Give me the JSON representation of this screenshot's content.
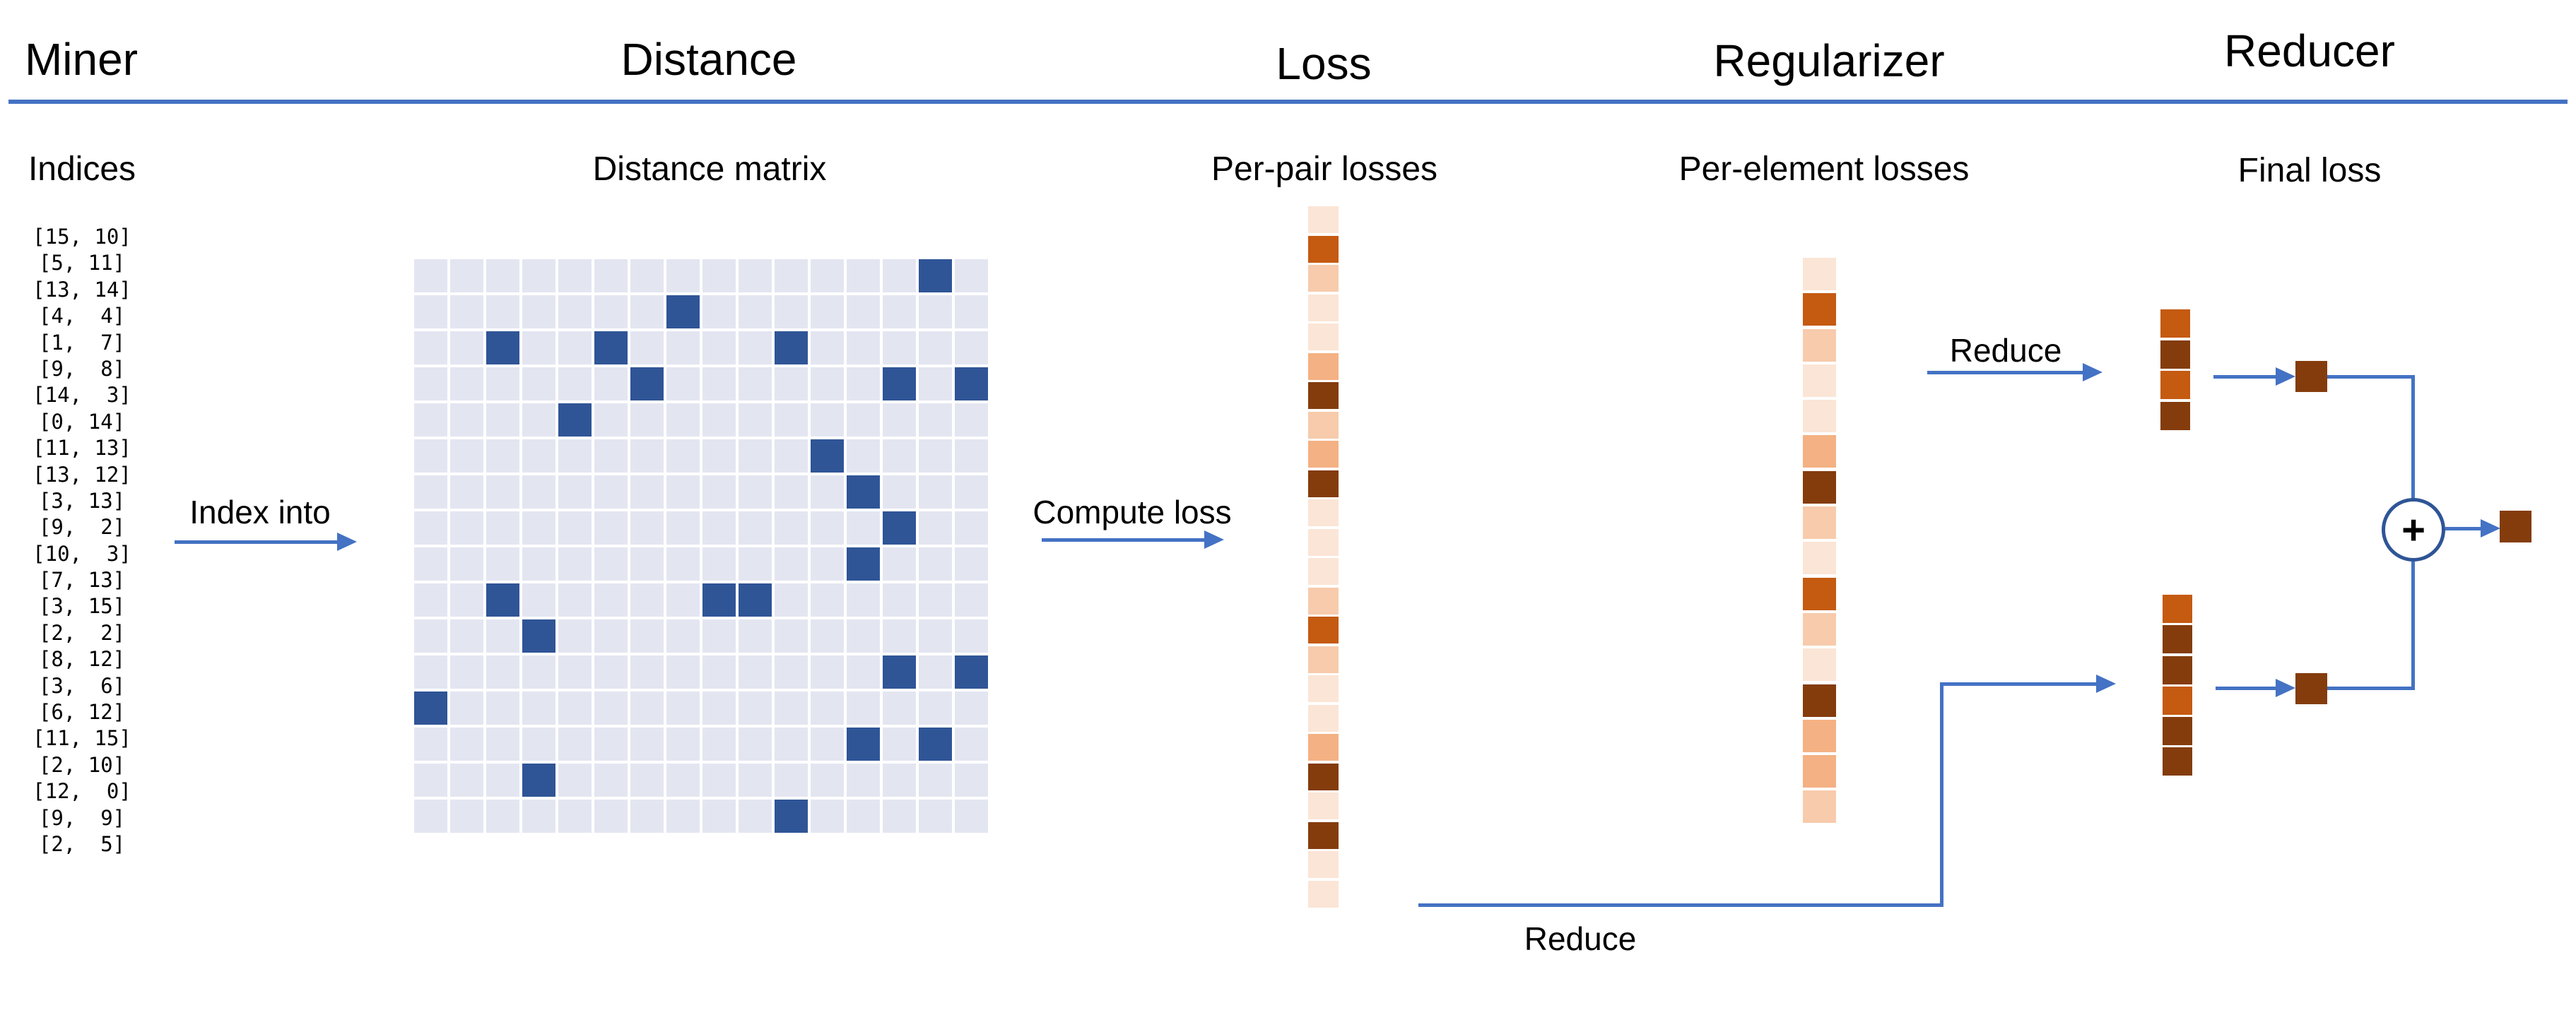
{
  "palette": {
    "arrow_blue": "#4472c4",
    "matrix_cell": "#e3e6f1",
    "matrix_highlight": "#2f5597",
    "circle_stroke": "#2f5597",
    "square_dark": "#843c0c",
    "shade_light": "#fbe5d6",
    "shade_medium": "#f7cbac",
    "shade_med_orange": "#f4b183",
    "shade_orange": "#c55a11",
    "shade_dark": "#843c0c"
  },
  "headers": {
    "miner": "Miner",
    "distance": "Distance",
    "loss": "Loss",
    "regularizer": "Regularizer",
    "reducer": "Reducer"
  },
  "subtitles": {
    "indices": "Indices",
    "distance_matrix": "Distance matrix",
    "per_pair": "Per-pair losses",
    "per_element": "Per-element losses",
    "final_loss": "Final loss"
  },
  "labels": {
    "index_into": "Index into",
    "compute_loss": "Compute loss",
    "reduce_top": "Reduce",
    "reduce_bottom": "Reduce",
    "plus_sign": "+"
  },
  "miner_indices": [
    "[15, 10]",
    "[5, 11]",
    "[13, 14]",
    "[4,  4]",
    "[1,  7]",
    "[9,  8]",
    "[14,  3]",
    "[0, 14]",
    "[11, 13]",
    "[13, 12]",
    "[3, 13]",
    "[9,  2]",
    "[10,  3]",
    "[7, 13]",
    "[3, 15]",
    "[2,  2]",
    "[8, 12]",
    "[3,  6]",
    "[6, 12]",
    "[11, 15]",
    "[2, 10]",
    "[12,  0]",
    "[9,  9]",
    "[2,  5]"
  ],
  "distance_matrix": {
    "rows": 16,
    "cols": 16,
    "highlighted_cells": [
      [
        15,
        10
      ],
      [
        5,
        11
      ],
      [
        13,
        14
      ],
      [
        4,
        4
      ],
      [
        1,
        7
      ],
      [
        9,
        8
      ],
      [
        14,
        3
      ],
      [
        0,
        14
      ],
      [
        11,
        13
      ],
      [
        13,
        12
      ],
      [
        3,
        13
      ],
      [
        9,
        2
      ],
      [
        10,
        3
      ],
      [
        7,
        13
      ],
      [
        3,
        15
      ],
      [
        2,
        2
      ],
      [
        8,
        12
      ],
      [
        3,
        6
      ],
      [
        6,
        12
      ],
      [
        11,
        15
      ],
      [
        2,
        10
      ],
      [
        12,
        0
      ],
      [
        9,
        9
      ],
      [
        2,
        5
      ]
    ]
  },
  "per_pair_losses": [
    "light",
    "orange",
    "medium",
    "light",
    "light",
    "med_orange",
    "dark",
    "medium",
    "med_orange",
    "dark",
    "light",
    "light",
    "light",
    "medium",
    "orange",
    "medium",
    "light",
    "light",
    "med_orange",
    "dark",
    "light",
    "dark",
    "light",
    "light"
  ],
  "per_element_losses": [
    "light",
    "orange",
    "medium",
    "light",
    "light",
    "med_orange",
    "dark",
    "medium",
    "light",
    "orange",
    "medium",
    "light",
    "dark",
    "med_orange",
    "med_orange",
    "medium"
  ],
  "reducer": {
    "top_strip": [
      "orange",
      "dark",
      "orange",
      "dark"
    ],
    "bottom_strip": [
      "orange",
      "dark",
      "dark",
      "orange",
      "dark",
      "dark"
    ]
  }
}
